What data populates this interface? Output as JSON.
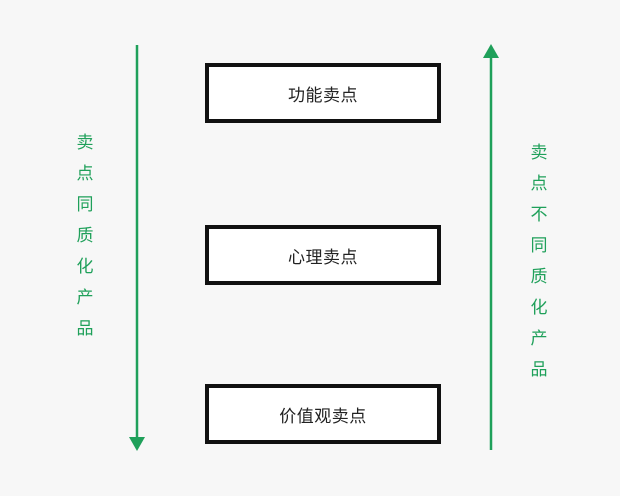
{
  "boxes": [
    {
      "label": "功能卖点"
    },
    {
      "label": "心理卖点"
    },
    {
      "label": "价值观卖点"
    }
  ],
  "left_label": "卖点同质化产品",
  "right_label": "卖点不同质化产品",
  "colors": {
    "arrow": "#1fa05a",
    "box_border": "#111111",
    "text": "#222222",
    "background": "#f7f7f7"
  }
}
